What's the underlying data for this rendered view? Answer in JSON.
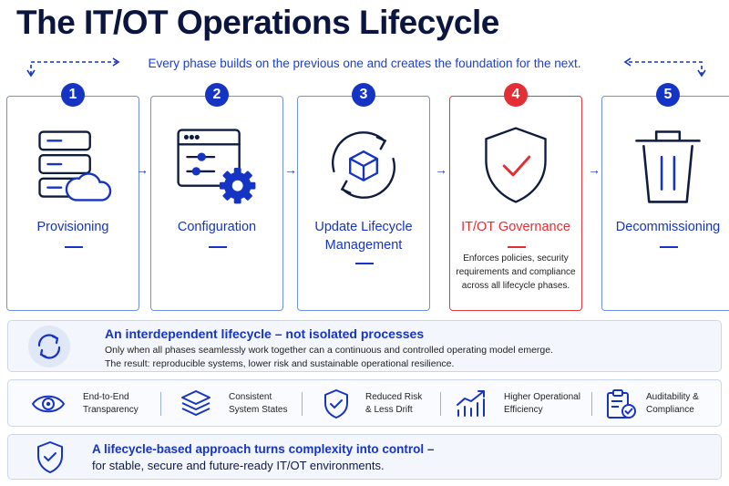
{
  "title": "The IT/OT Operations Lifecycle",
  "subtitle": "Every phase builds on the previous one and creates the foundation for the next.",
  "phases": [
    {
      "number": "1",
      "label": "Provisioning",
      "icon": "server-cloud-icon"
    },
    {
      "number": "2",
      "label": "Configuration",
      "icon": "window-settings-gear-icon"
    },
    {
      "number": "3",
      "label": "Update Lifecycle Management",
      "icon": "cycle-cube-icon"
    },
    {
      "number": "4",
      "label": "IT/OT Governance",
      "icon": "shield-check-icon",
      "description": "Enforces policies, security requirements and compliance across all lifecycle phases."
    },
    {
      "number": "5",
      "label": "Decommissioning",
      "icon": "trash-icon"
    }
  ],
  "interdependence": {
    "heading": "An interdependent lifecycle – not isolated processes",
    "line1": "Only when all phases seamlessly work together can a continuous and controlled operating model emerge.",
    "line2": "The result: reproducible systems, lower risk and sustainable operational resilience.",
    "icon": "cycle-arrows-icon"
  },
  "benefits": [
    {
      "line1": "End-to-End",
      "line2": "Transparency",
      "icon": "eye-icon"
    },
    {
      "line1": "Consistent",
      "line2": "System States",
      "icon": "layers-icon"
    },
    {
      "line1": "Reduced Risk",
      "line2": "& Less Drift",
      "icon": "shield-check-icon"
    },
    {
      "line1": "Higher Operational",
      "line2": "Efficiency",
      "icon": "growth-chart-icon"
    },
    {
      "line1": "Auditability &",
      "line2": "Compliance",
      "icon": "clipboard-check-icon"
    }
  ],
  "conclusion": {
    "heading": "A lifecycle-based approach turns complexity into control –",
    "body": "for stable, secure and future-ready IT/OT environments.",
    "icon": "shield-check-icon"
  },
  "colors": {
    "primary": "#1634c4",
    "governance": "#e22e34",
    "navy": "#0b1640",
    "border": "#6f8fe0"
  }
}
